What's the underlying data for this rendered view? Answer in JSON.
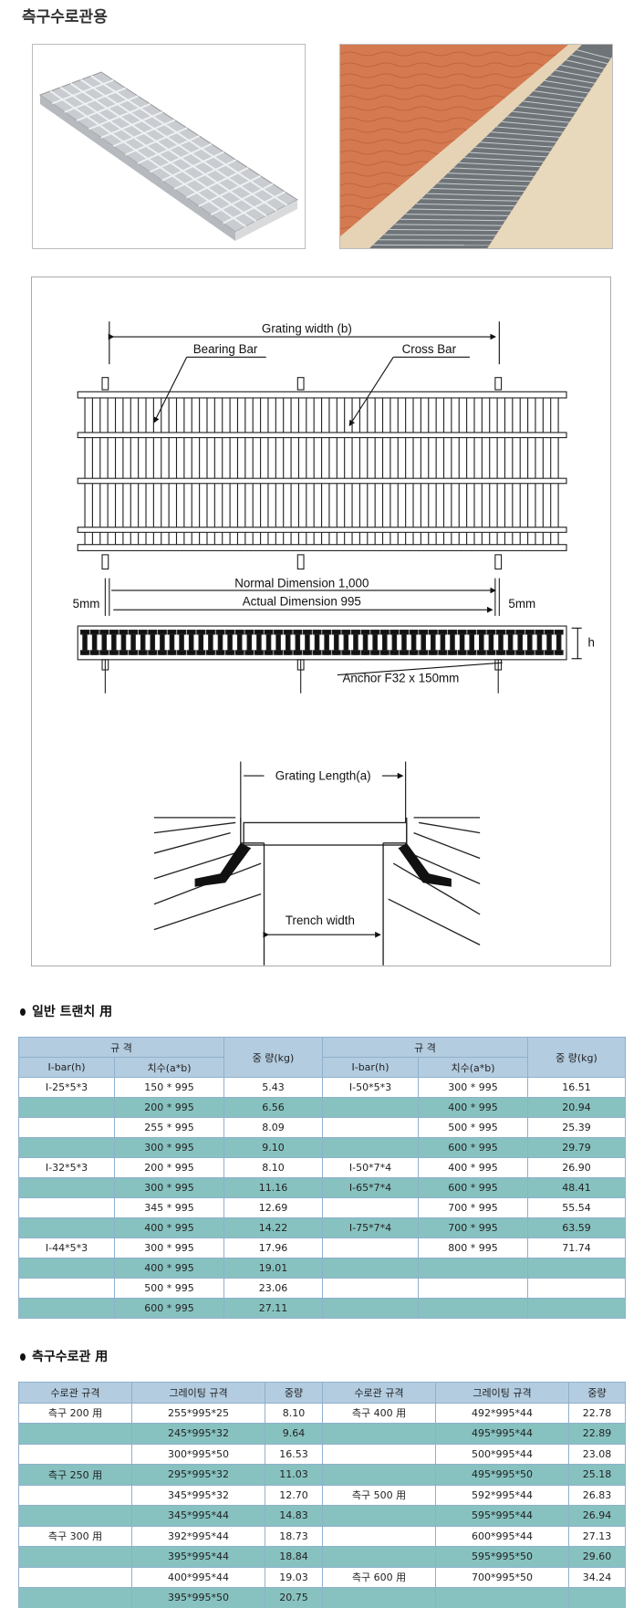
{
  "page_title": "측구수로관용",
  "diagram": {
    "grating_width": "Grating width (b)",
    "bearing_bar": "Bearing Bar",
    "cross_bar": "Cross Bar",
    "normal_dimension": "Normal Dimension 1,000",
    "actual_dimension": "Actual Dimension 995",
    "left_gap": "5mm",
    "right_gap": "5mm",
    "height": "h",
    "anchor": "Anchor F32 x 150mm",
    "grating_length": "Grating Length(a)",
    "trench_width": "Trench width"
  },
  "table1": {
    "title": "일반 트랜치 用",
    "header": {
      "spec": "규 격",
      "ibar": "I-bar(h)",
      "size": "치수(a*b)",
      "weight": "중 량(kg)"
    },
    "rows": [
      [
        "I-25*5*3",
        "150 * 995",
        "5.43",
        "I-50*5*3",
        "300 * 995",
        "16.51"
      ],
      [
        "",
        "200 * 995",
        "6.56",
        "",
        "400 * 995",
        "20.94"
      ],
      [
        "",
        "255 * 995",
        "8.09",
        "",
        "500 * 995",
        "25.39"
      ],
      [
        "",
        "300 * 995",
        "9.10",
        "",
        "600 * 995",
        "29.79"
      ],
      [
        "I-32*5*3",
        "200 * 995",
        "8.10",
        "I-50*7*4",
        "400 * 995",
        "26.90"
      ],
      [
        "",
        "300 * 995",
        "11.16",
        "I-65*7*4",
        "600 * 995",
        "48.41"
      ],
      [
        "",
        "345 * 995",
        "12.69",
        "",
        "700 * 995",
        "55.54"
      ],
      [
        "",
        "400 * 995",
        "14.22",
        "I-75*7*4",
        "700 * 995",
        "63.59"
      ],
      [
        "I-44*5*3",
        "300 * 995",
        "17.96",
        "",
        "800 * 995",
        "71.74"
      ],
      [
        "",
        "400 * 995",
        "19.01",
        "",
        "",
        ""
      ],
      [
        "",
        "500 * 995",
        "23.06",
        "",
        "",
        ""
      ],
      [
        "",
        "600 * 995",
        "27.11",
        "",
        "",
        ""
      ]
    ]
  },
  "table2": {
    "title": "측구수로관 用",
    "header": [
      "수로관 규격",
      "그레이팅 규격",
      "중량",
      "수로관 규격",
      "그레이팅 규격",
      "중량"
    ],
    "rows": [
      [
        "측구 200 用",
        "255*995*25",
        "8.10",
        "측구 400 用",
        "492*995*44",
        "22.78"
      ],
      [
        "",
        "245*995*32",
        "9.64",
        "",
        "495*995*44",
        "22.89"
      ],
      [
        "",
        "300*995*50",
        "16.53",
        "",
        "500*995*44",
        "23.08"
      ],
      [
        "측구 250 用",
        "295*995*32",
        "11.03",
        "",
        "495*995*50",
        "25.18"
      ],
      [
        "",
        "345*995*32",
        "12.70",
        "측구 500 用",
        "592*995*44",
        "26.83"
      ],
      [
        "",
        "345*995*44",
        "14.83",
        "",
        "595*995*44",
        "26.94"
      ],
      [
        "측구 300 用",
        "392*995*44",
        "18.73",
        "",
        "600*995*44",
        "27.13"
      ],
      [
        "",
        "395*995*44",
        "18.84",
        "",
        "595*995*50",
        "29.60"
      ],
      [
        "",
        "400*995*44",
        "19.03",
        "측구 600 用",
        "700*995*50",
        "34.24"
      ],
      [
        "",
        "395*995*50",
        "20.75",
        "",
        "",
        ""
      ]
    ]
  },
  "colors": {
    "header_bg": "#b3cce0",
    "alt_row_bg": "#87c2c0",
    "border": "#8fb0cc"
  }
}
